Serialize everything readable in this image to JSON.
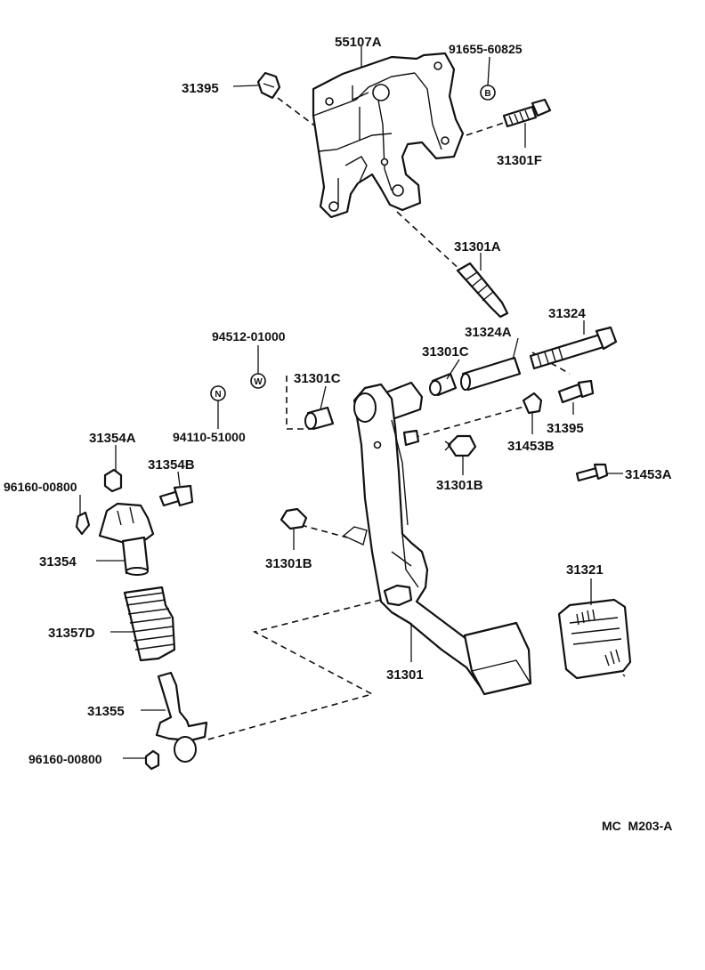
{
  "diagram": {
    "drawing_code": "MC  M203-A",
    "circle_symbols": {
      "w": "W",
      "n": "N",
      "b": "B"
    },
    "labels": {
      "p55107A": "55107A",
      "p91655_60825": "91655-60825",
      "p31395_top": "31395",
      "p31301F": "31301F",
      "p31301A": "31301A",
      "p31324": "31324",
      "p31324A": "31324A",
      "p94512_01000": "94512-01000",
      "p31301C_right": "31301C",
      "p31301C_left": "31301C",
      "p94110_51000": "94110-51000",
      "p31395_right": "31395",
      "p31453B": "31453B",
      "p31354A": "31354A",
      "p31354B": "31354B",
      "p31301B_right": "31301B",
      "p31453A": "31453A",
      "p96160_00800_top": "96160-00800",
      "p31354": "31354",
      "p31301B_left": "31301B",
      "p31321": "31321",
      "p31357D": "31357D",
      "p31301": "31301",
      "p31355": "31355",
      "p96160_00800_bottom": "96160-00800"
    }
  }
}
